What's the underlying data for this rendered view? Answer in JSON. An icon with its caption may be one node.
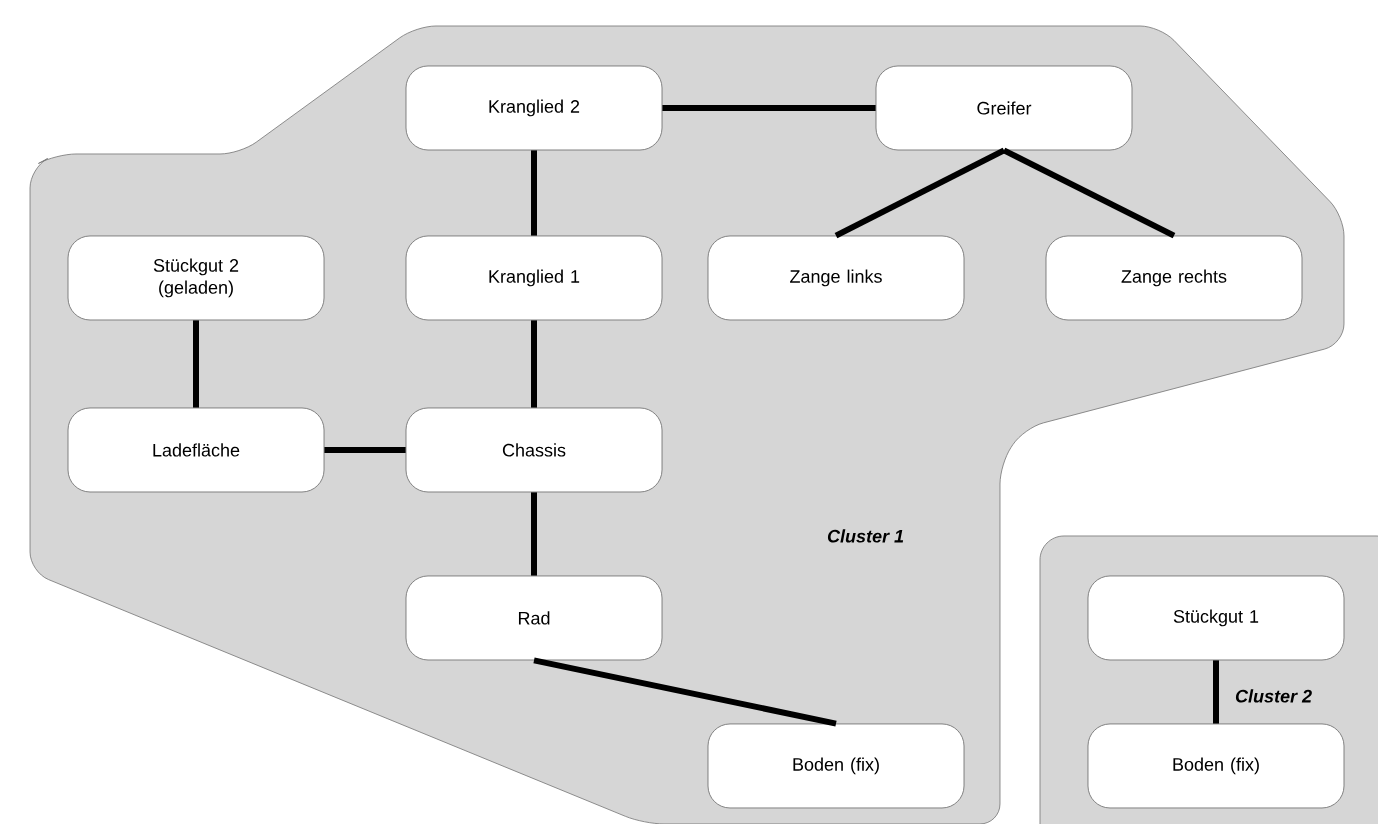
{
  "diagram": {
    "nodes": [
      {
        "text": [
          "Cluster 1"
        ]
      },
      {
        "text": [
          "Kranglied 2"
        ],
        "in": 0
      },
      {
        "text": [
          "Greifer"
        ],
        "in": 0
      },
      {
        "text": [
          "Stückgut 2 (geladen)"
        ],
        "in": 0
      },
      {
        "text": [
          "Kranglied 1"
        ],
        "in": 0
      },
      {
        "text": [
          "Zange links"
        ],
        "in": 0
      },
      {
        "text": [
          "Zange rechts"
        ],
        "in": 0
      },
      {
        "text": [
          "Ladefläche"
        ],
        "in": 0
      },
      {
        "text": [
          "Chassis"
        ],
        "in": 0
      },
      {
        "text": [
          "Rad"
        ],
        "in": 0
      },
      {
        "text": [
          "Boden (fix)"
        ],
        "in": 0
      },
      {
        "text": [
          "Cluster 2"
        ]
      },
      {
        "text": [
          "Stückgut 1"
        ],
        "in": 11
      },
      {
        "text": [
          "Boden (fix)"
        ],
        "in": 11
      }
    ],
    "edges": [
      {
        "from": 1,
        "to": 2,
        "arrow": "none"
      },
      {
        "from": 1,
        "to": 4,
        "arrow": "none"
      },
      {
        "from": 2,
        "to": 5,
        "arrow": "none"
      },
      {
        "from": 2,
        "to": 6,
        "arrow": "none"
      },
      {
        "from": 3,
        "to": 7,
        "arrow": "none"
      },
      {
        "from": 4,
        "to": 8,
        "arrow": "none"
      },
      {
        "from": 7,
        "to": 8,
        "arrow": "none"
      },
      {
        "from": 8,
        "to": 9,
        "arrow": "none"
      },
      {
        "from": 9,
        "to": 10,
        "arrow": "none"
      },
      {
        "from": 12,
        "to": 13,
        "arrow": "none"
      }
    ]
  }
}
